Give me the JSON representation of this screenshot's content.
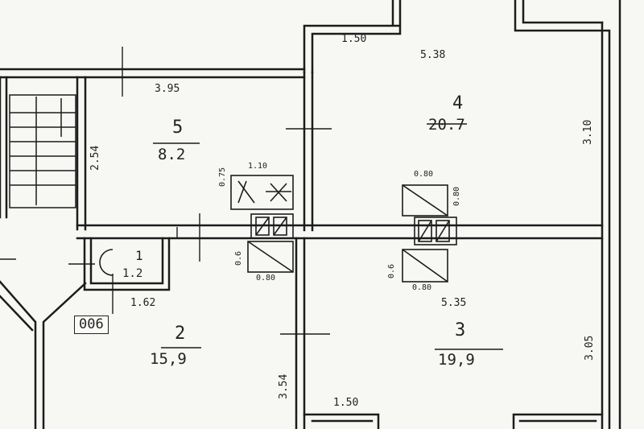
{
  "plan": {
    "apartment_code": "006",
    "rooms": [
      {
        "number": "5",
        "area": "8.2"
      },
      {
        "number": "4",
        "area": "20.7"
      },
      {
        "number": "1",
        "area": "1.2"
      },
      {
        "number": "2",
        "area": "15,9"
      },
      {
        "number": "3",
        "area": "19,9"
      }
    ],
    "dimensions": {
      "top_left_opening": "1.50",
      "room4_width": "5.38",
      "room5_width": "3.95",
      "room5_height": "2.54",
      "room4_height": "3.10",
      "vent_top_width": "1.10",
      "vent_top_height": "0.75",
      "shaft_top_right_w": "0.80",
      "shaft_top_right_h": "0.80",
      "shaft_left_bottom_h": "0.6",
      "shaft_left_bottom_w": "0.80",
      "shaft_right_bottom_h": "0.6",
      "shaft_right_bottom_w": "0.80",
      "room3_width": "5.35",
      "room3_height": "3.05",
      "room1_width": "1.62",
      "room2_height": "3.54",
      "bottom_opening": "1.50"
    }
  }
}
